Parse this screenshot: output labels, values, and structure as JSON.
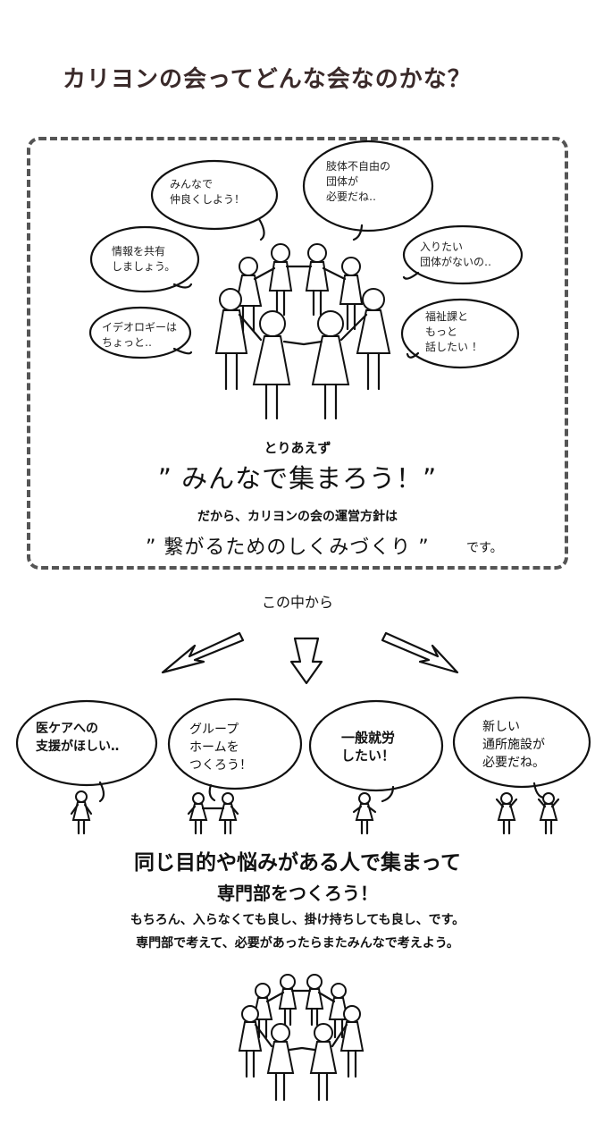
{
  "title": "カリヨンの会ってどんな会なのかな？",
  "bubbles_top": [
    {
      "text": "みんなで\n仲良くしよう！"
    },
    {
      "text": "肢体不自由の\n団体が\n必要だね‥"
    },
    {
      "text": "情報を共有\nしましょう。"
    },
    {
      "text": "入りたい\n団体がないの‥"
    },
    {
      "text": "イデオロギーは\nちょっと‥"
    },
    {
      "text": "福祉課と\nもっと\n話したい ！"
    }
  ],
  "message": {
    "line1": "とりあえず",
    "line2": "” みんなで集まろう！”",
    "line3": "だから、カリヨンの会の運営方針は",
    "line4": "” 繋がるためのしくみづくり ”",
    "line4_suffix": "です。"
  },
  "from_here": "この中から",
  "group_bubbles": [
    {
      "text": "医ケアへの\n支援がほしい‥"
    },
    {
      "text": "グループ\nホームを\nつくろう！"
    },
    {
      "text": "一般就労\nしたい！"
    },
    {
      "text": "新しい\n通所施設が\n必要だね。"
    }
  ],
  "bottom": {
    "line1": "同じ目的や悩みがある人で集まって",
    "line2": "専門部をつくろう！",
    "line3": "もちろん、入らなくても良し、掛け持ちしても良し、です。",
    "line4": "専門部で考えて、必要があったらまたみんなで考えよう。"
  }
}
